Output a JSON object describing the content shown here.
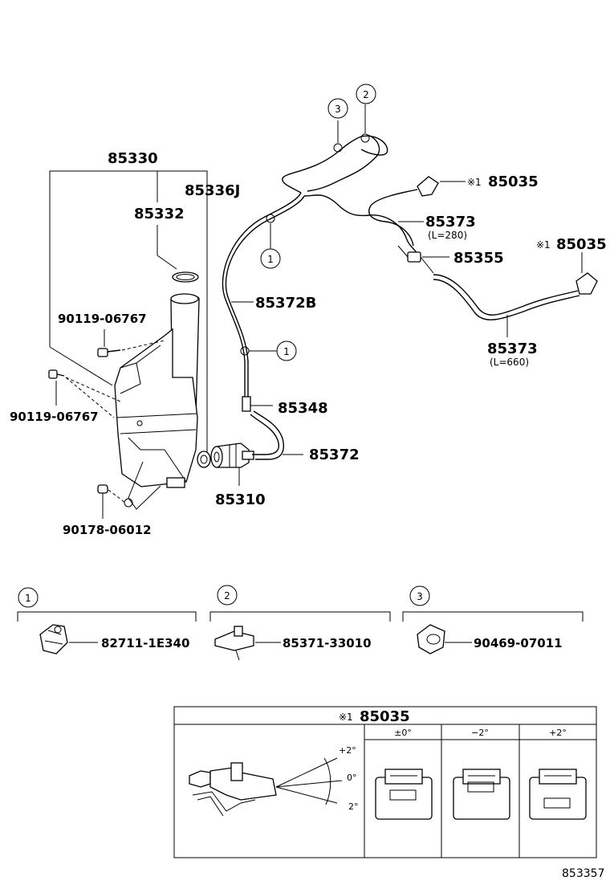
{
  "callouts": {
    "tank_assy": "85330",
    "tank_cap_hose": "85336J",
    "cap": "85332",
    "bolt_a": "90119-06767",
    "bolt_b": "90119-06767",
    "grommet": "90178-06012",
    "pump": "85310",
    "hose_pump": "85372",
    "check_valve": "85348",
    "hose_main": "85372B",
    "hose_short": "85373",
    "hose_short_len": "(L=280)",
    "hose_long": "85373",
    "hose_long_len": "(L=660)",
    "connector": "85355",
    "nozzle_upper_mark": "※1",
    "nozzle_upper": "85035",
    "nozzle_lower_mark": "※1",
    "nozzle_lower": "85035",
    "clip_marks": [
      "1",
      "3",
      "2",
      "1"
    ]
  },
  "details": [
    {
      "num": "1",
      "part": "82711-1E340"
    },
    {
      "num": "2",
      "part": "85371-33010"
    },
    {
      "num": "3",
      "part": "90469-07011"
    }
  ],
  "nozzle_table": {
    "mark": "※1",
    "title": "85035",
    "angle_labels": [
      "+2°",
      "0°",
      "2°"
    ],
    "columns": [
      "±0°",
      "−2°",
      "+2°"
    ]
  },
  "figure_id": "853357"
}
